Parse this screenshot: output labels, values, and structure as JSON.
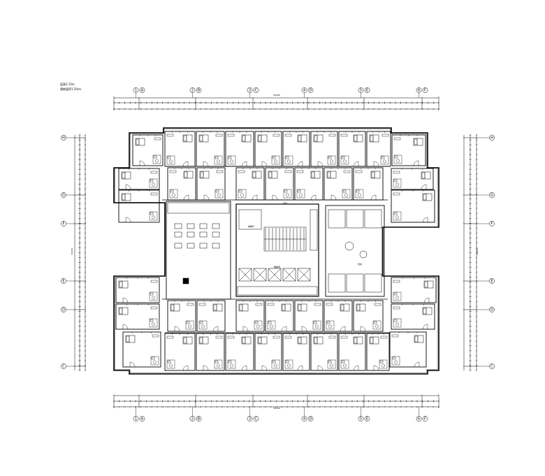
{
  "notes": {
    "line1": "层高3.15m",
    "line2": "建筑面积1.5%m"
  },
  "axes_top": [
    "1",
    "2",
    "3",
    "4",
    "5",
    "6"
  ],
  "axes_top_sub": [
    "A",
    "B",
    "C",
    "D",
    "E",
    "F"
  ],
  "axes_side": [
    "H",
    "G",
    "F",
    "E",
    "D",
    "C"
  ],
  "dims": {
    "top_total": "50400",
    "bottom_total": "50400",
    "left_total": "34200",
    "right_total": "34200"
  },
  "rooms": {
    "core_upper": "电梯厅",
    "core_corridor": "走道",
    "core_stair": "楼梯间",
    "core_right": "管井"
  }
}
